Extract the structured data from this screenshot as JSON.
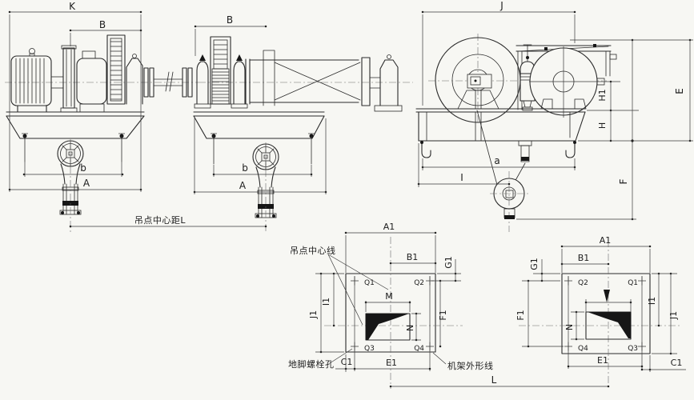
{
  "labels": {
    "front": {
      "K": "K",
      "B_left": "B",
      "b_left": "b",
      "A_left": "A",
      "B_mid": "B",
      "b_mid": "b",
      "A_mid": "A",
      "hoist_distance": "吊点中心距L"
    },
    "side": {
      "J": "J",
      "a": "a",
      "I": "I",
      "H1": "H1",
      "H": "H",
      "E": "E",
      "F": "F"
    },
    "plan_left": {
      "A1": "A1",
      "B1": "B1",
      "G1": "G1",
      "F1": "F1",
      "I1": "I1",
      "J1": "J1",
      "M": "M",
      "N": "N",
      "E1": "E1",
      "C1": "C1",
      "Q1": "Q1",
      "Q2": "Q2",
      "Q3": "Q3",
      "Q4": "Q4"
    },
    "plan_right": {
      "A1": "A1",
      "B1": "B1",
      "G1": "G1",
      "F1": "F1",
      "I1": "I1",
      "J1": "J1",
      "N": "N",
      "E1": "E1",
      "C1": "C1",
      "Q1": "Q1",
      "Q2": "Q2",
      "Q3": "Q3",
      "Q4": "Q4"
    },
    "annotations": {
      "hoist_centerline": "吊点中心线",
      "anchor_bolt_hole": "地脚螺栓孔",
      "frame_outline": "机架外形线"
    },
    "L": "L"
  },
  "colors": {
    "ink": "#2b2b2b",
    "paper": "#f7f7f3"
  }
}
